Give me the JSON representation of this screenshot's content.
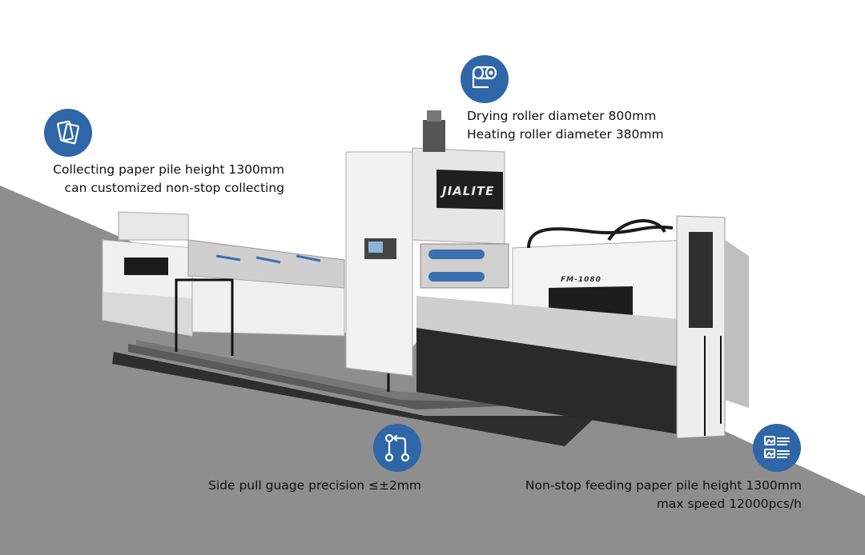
{
  "specs": {
    "drying": {
      "line1": "Drying roller diameter 800mm",
      "line2": "Heating roller diameter 380mm",
      "icon": "paper-roll-icon"
    },
    "collecting": {
      "line1": "Collecting paper pile height 1300mm",
      "line2": "can customized non-stop collecting",
      "icon": "paper-stack-icon"
    },
    "side_pull": {
      "line1": "Side pull guage precision ≤±2mm",
      "icon": "route-icon"
    },
    "feeding": {
      "line1": "Non-stop feeding paper pile height 1300mm",
      "line2": "max speed 12000pcs/h",
      "icon": "document-list-icon"
    }
  },
  "machine": {
    "brand": "JIALITE",
    "model": "FM-1080"
  },
  "colors": {
    "badge": "#2f66a8",
    "background_gray": "#8d8d8d",
    "text": "#111111"
  }
}
